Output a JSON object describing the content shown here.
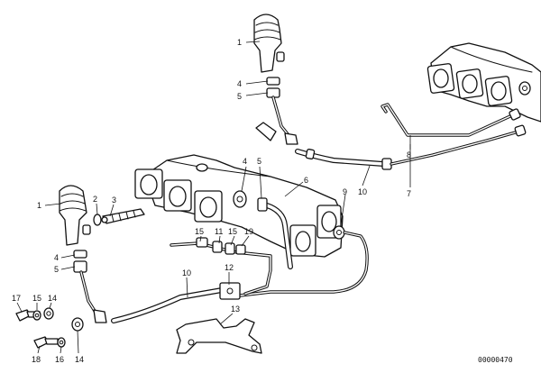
{
  "callouts": {
    "c1a": "1",
    "c1b": "1",
    "c2": "2",
    "c3": "3",
    "c4a": "4",
    "c4b": "4",
    "c4c": "4",
    "c5a": "5",
    "c5b": "5",
    "c5c": "5",
    "c6": "6",
    "c7": "7",
    "c8": "8",
    "c9": "9",
    "c10a": "10",
    "c10b": "10",
    "c11": "11",
    "c12": "12",
    "c13": "13",
    "c14a": "14",
    "c14b": "14",
    "c15a": "15",
    "c15b": "15",
    "c15c": "15",
    "c16": "16",
    "c17": "17",
    "c18": "18",
    "c19": "19"
  },
  "document_id": "00000470"
}
